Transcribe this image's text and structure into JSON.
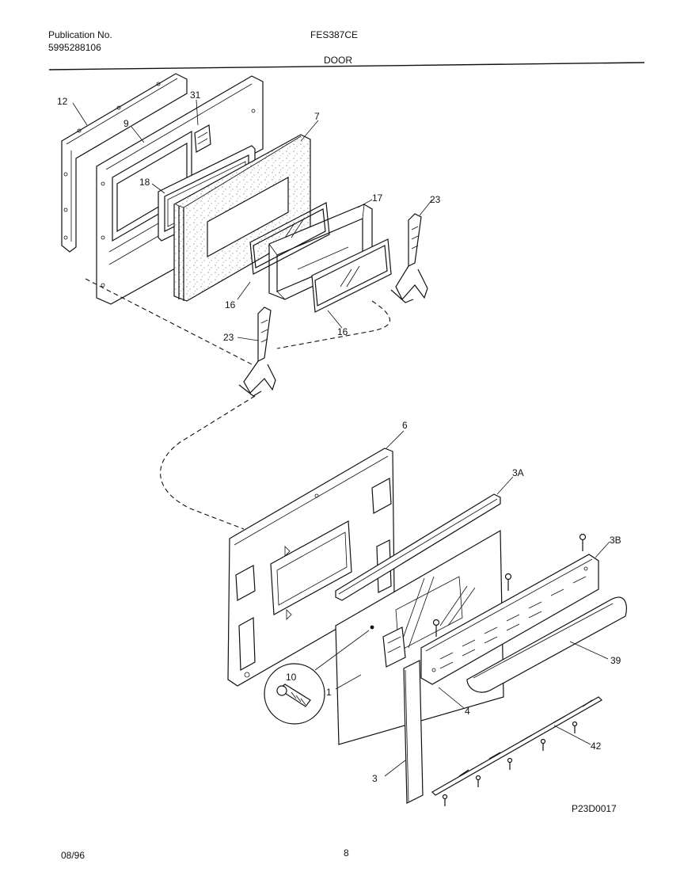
{
  "header": {
    "publication_label": "Publication No.",
    "publication_number": "5995288106",
    "model": "FES387CE",
    "section": "DOOR"
  },
  "footer": {
    "date": "08/96",
    "page": "8"
  },
  "diagram_code": "P23D0017",
  "part_labels": [
    "12",
    "9",
    "31",
    "7",
    "18",
    "17",
    "23",
    "16",
    "16",
    "23",
    "6",
    "3A",
    "3B",
    "39",
    "10",
    "1",
    "4",
    "42",
    "3"
  ]
}
